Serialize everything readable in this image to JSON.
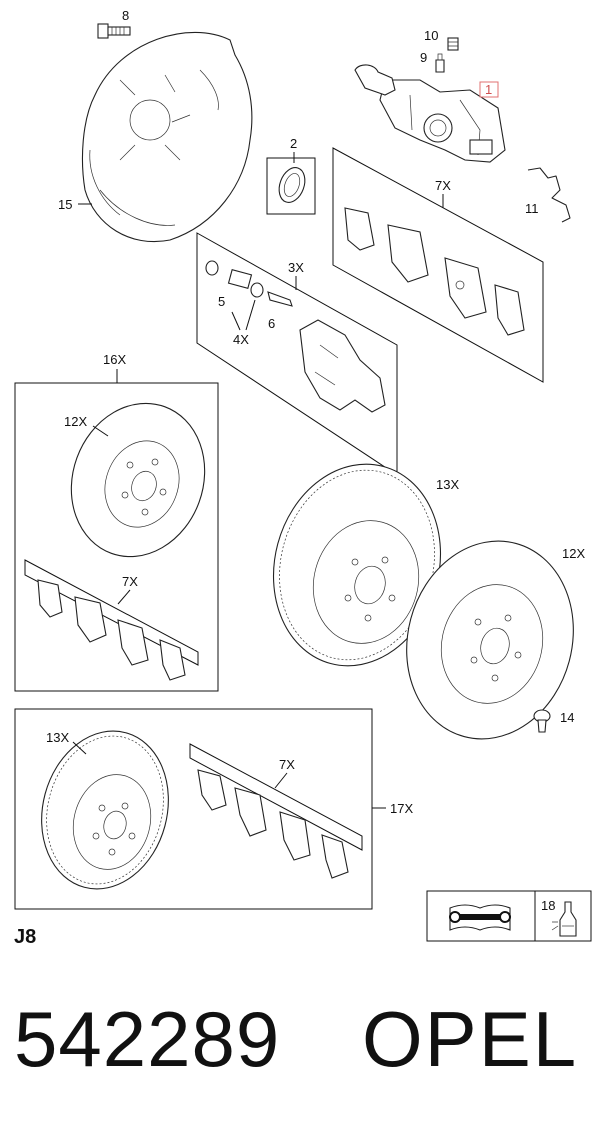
{
  "diagram": {
    "callouts": {
      "c1": "1",
      "c2": "2",
      "c3x": "3X",
      "c4x": "4X",
      "c5": "5",
      "c6": "6",
      "c7x_top": "7X",
      "c7x_left": "7X",
      "c7x_bottom": "7X",
      "c8": "8",
      "c9": "9",
      "c10": "10",
      "c11": "11",
      "c12x_left": "12X",
      "c12x_right": "12X",
      "c13x_right": "13X",
      "c13x_bottom": "13X",
      "c14": "14",
      "c15": "15",
      "c16x": "16X",
      "c17x": "17X",
      "c18": "18"
    },
    "page_code": "J8"
  },
  "footer": {
    "part_number": "542289",
    "brand": "OPEL"
  }
}
